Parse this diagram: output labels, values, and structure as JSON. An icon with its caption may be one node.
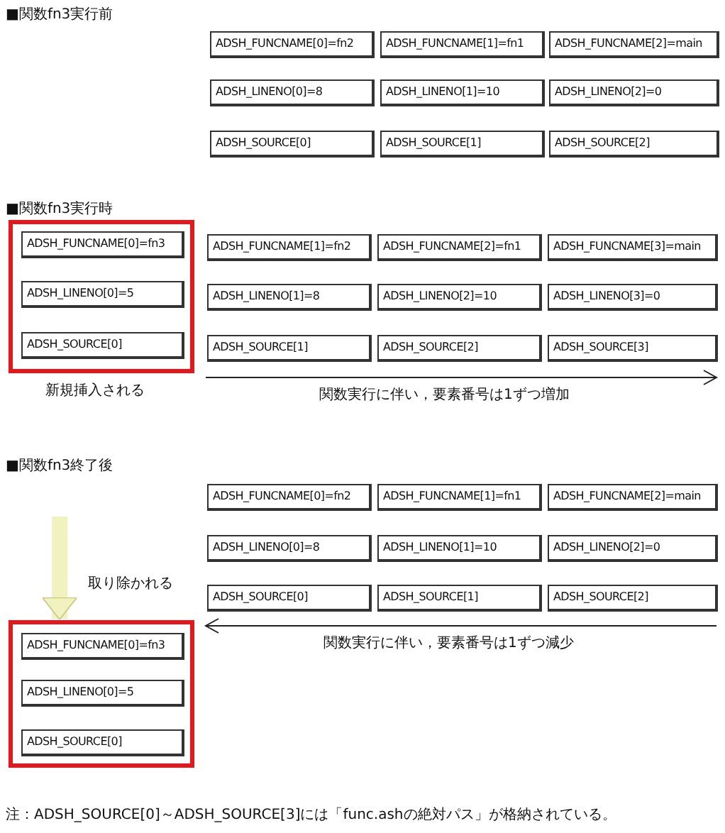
{
  "diagram": {
    "nodes": [
      {
        "text": [
          "ADSH_FUNCNAME[0]=fn2"
        ]
      },
      {
        "text": [
          "ADSH_FUNCNAME[1]=fn1"
        ]
      },
      {
        "text": [
          "ADSH_FUNCNAME[2]=main"
        ]
      },
      {
        "text": [
          "ADSH_LINENO[0]=8"
        ]
      },
      {
        "text": [
          "ADSH_LINENO[1]=10"
        ]
      },
      {
        "text": [
          "ADSH_LINENO[2]=0"
        ]
      },
      {
        "text": [
          "ADSH_SOURCE[0]"
        ]
      },
      {
        "text": [
          "ADSH_SOURCE[1]"
        ]
      },
      {
        "text": [
          "ADSH_SOURCE[2]"
        ]
      },
      {
        "text": [],
        "shape": "box",
        "beside": [
          "新規挿入される"
        ]
      },
      {
        "text": [
          "ADSH_FUNCNAME[0]=fn3"
        ],
        "in": 9
      },
      {
        "text": [
          "ADSH_LINENO[0]=5"
        ],
        "in": 9
      },
      {
        "text": [
          "ADSH_SOURCE[0]"
        ],
        "in": 9
      },
      {
        "text": [
          "ADSH_FUNCNAME[1]=fn2"
        ]
      },
      {
        "text": [
          "ADSH_FUNCNAME[2]=fn1"
        ]
      },
      {
        "text": [
          "ADSH_FUNCNAME[3]=main"
        ]
      },
      {
        "text": [
          "ADSH_LINENO[1]=8"
        ]
      },
      {
        "text": [
          "ADSH_LINENO[2]=10"
        ]
      },
      {
        "text": [
          "ADSH_LINENO[3]=0"
        ]
      },
      {
        "text": [
          "ADSH_SOURCE[1]"
        ]
      },
      {
        "text": [
          "ADSH_SOURCE[2]"
        ]
      },
      {
        "text": [
          "ADSH_SOURCE[3]"
        ]
      },
      {
        "text": [
          "ADSH_FUNCNAME[0]=fn2"
        ]
      },
      {
        "text": [
          "ADSH_FUNCNAME[1]=fn1"
        ]
      },
      {
        "text": [
          "ADSH_FUNCNAME[2]=main"
        ]
      },
      {
        "text": [
          "ADSH_LINENO[0]=8"
        ]
      },
      {
        "text": [
          "ADSH_LINENO[1]=10"
        ]
      },
      {
        "text": [
          "ADSH_LINENO[2]=0"
        ]
      },
      {
        "text": [
          "ADSH_SOURCE[0]"
        ]
      },
      {
        "text": [
          "ADSH_SOURCE[1]"
        ]
      },
      {
        "text": [
          "ADSH_SOURCE[2]"
        ]
      },
      {
        "text": [],
        "shape": "box",
        "beside": [
          "取り除かれる"
        ]
      },
      {
        "text": [
          "ADSH_FUNCNAME[0]=fn3"
        ],
        "in": 31
      },
      {
        "text": [
          "ADSH_LINENO[0]=5"
        ],
        "in": 31
      },
      {
        "text": [
          "ADSH_SOURCE[0]"
        ],
        "in": 31
      }
    ],
    "edges": [
      {
        "from": null,
        "to": 31,
        "arrow": "to"
      }
    ],
    "labels": [
      "■関数fn3実行前",
      "■関数fn3実行時",
      "関数実行に伴い，要素番号は1ずつ増加",
      "■関数fn3終了後",
      "関数実行に伴い，要素番号は1ずつ減少",
      "注：ADSH_SOURCE[0]～ADSH_SOURCE[3]には「func.ashの絶対パス」が格納されている。"
    ]
  }
}
